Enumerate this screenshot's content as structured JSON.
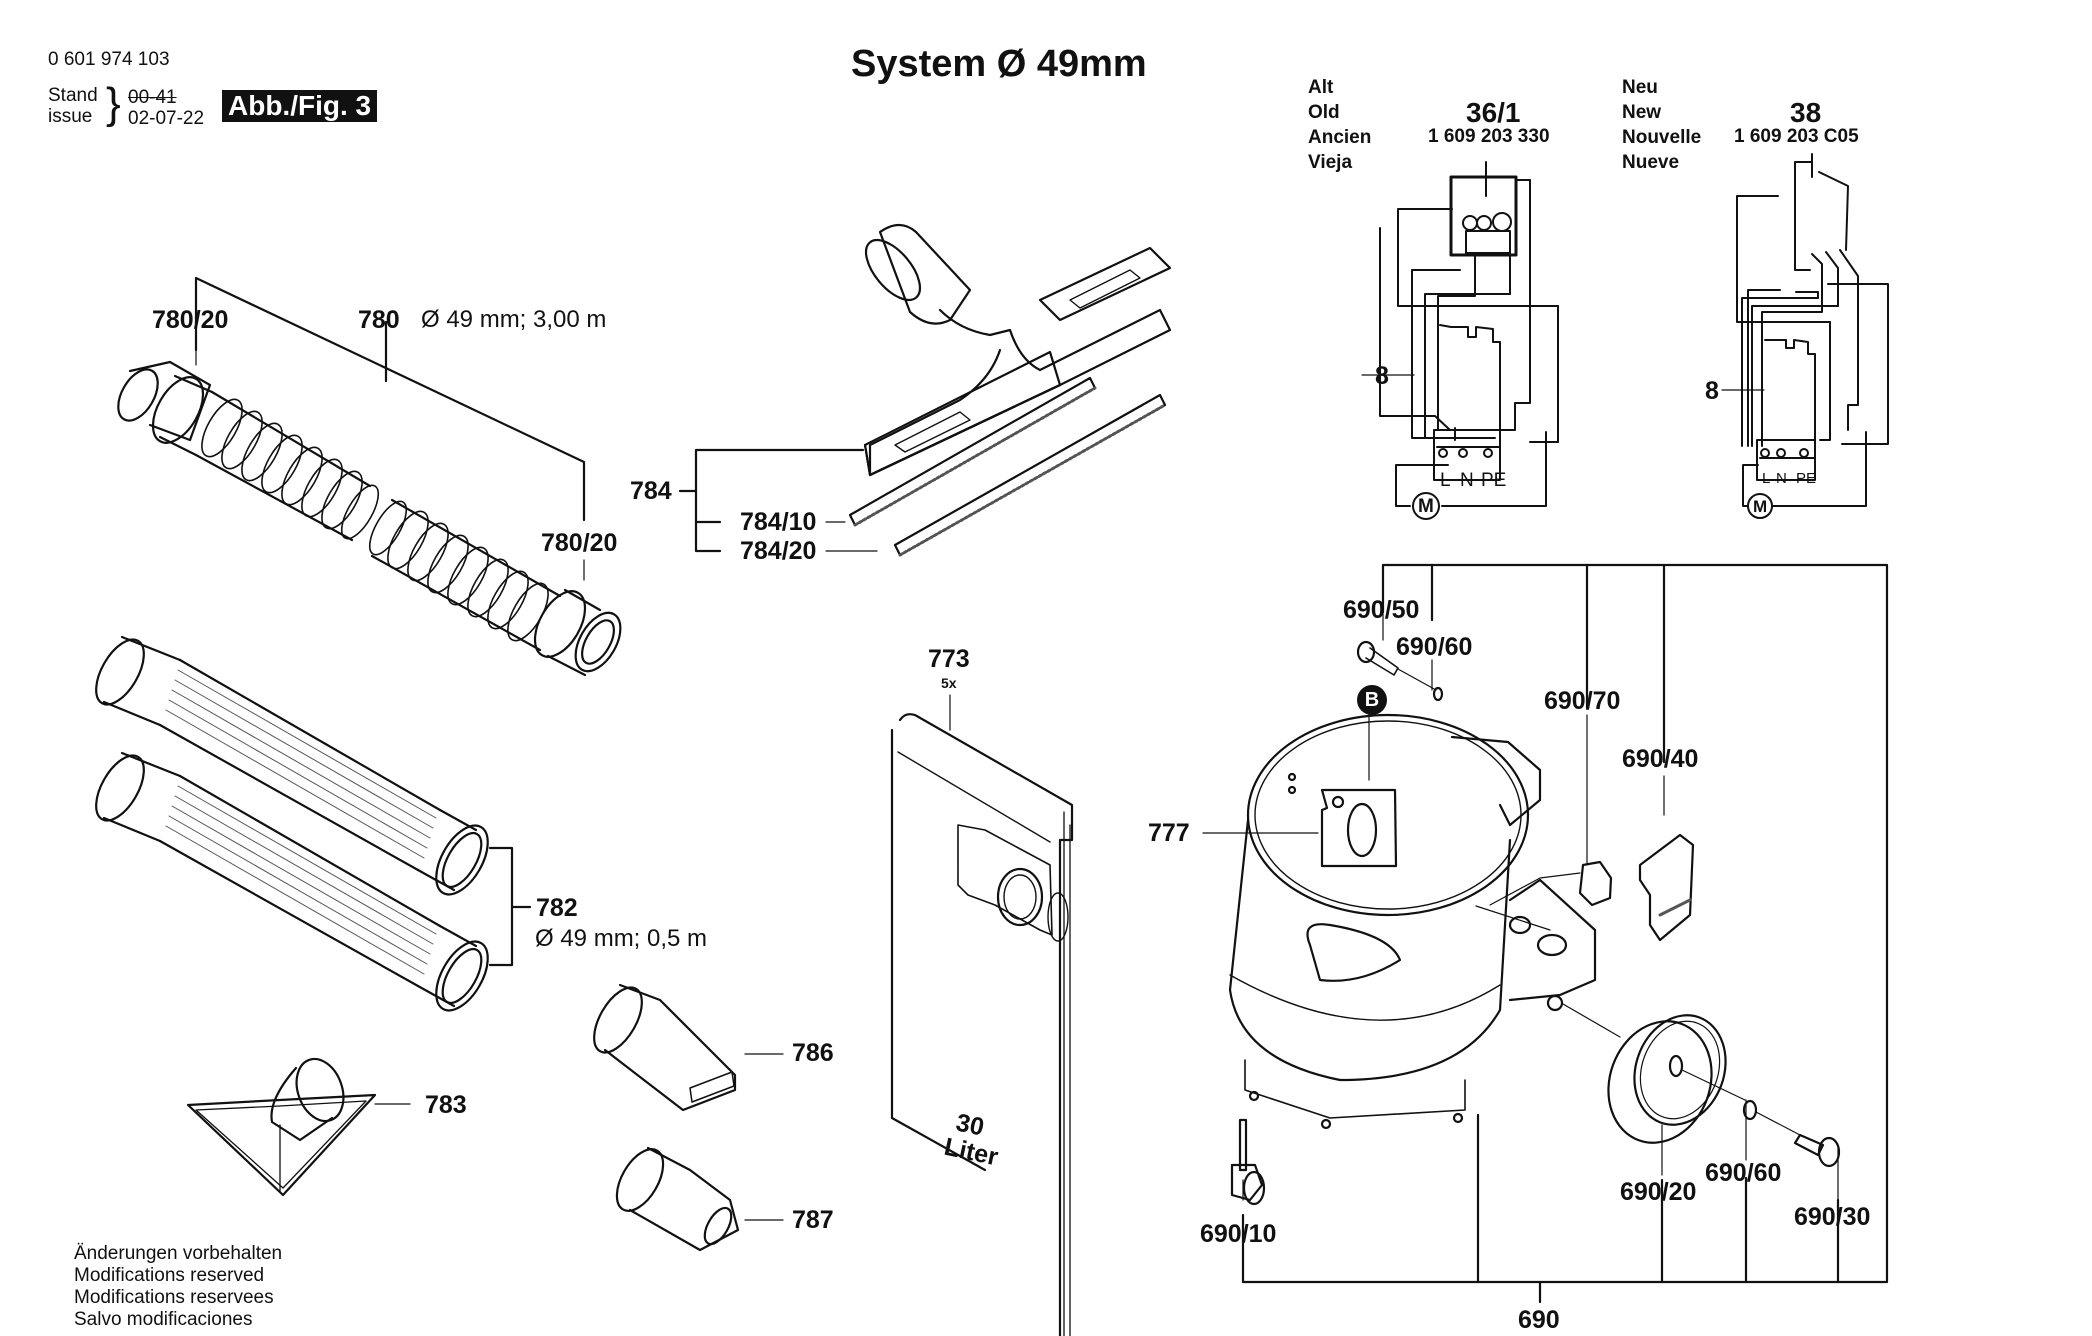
{
  "header": {
    "part_number": "0 601 974 103",
    "stand_label": "Stand",
    "issue_label": "issue",
    "stand_old": "00-41",
    "issue_date": "02-07-22",
    "figure_badge": "Abb./Fig. 3",
    "title": "System Ø 49mm"
  },
  "wiring": {
    "old": {
      "labels": [
        "Alt",
        "Old",
        "Ancien",
        "Vieja"
      ],
      "number": "36/1",
      "part": "1 609 203 330",
      "item": "8",
      "terminals": [
        "L",
        "N",
        "PE"
      ],
      "motor": "M"
    },
    "new": {
      "labels": [
        "Neu",
        "New",
        "Nouvelle",
        "Nueve"
      ],
      "number": "38",
      "part": "1 609 203 C05",
      "item": "8",
      "terminals": [
        "L",
        "N",
        "PE"
      ],
      "motor": "M"
    }
  },
  "parts": {
    "hose_end_a": "780/20",
    "hose": "780",
    "hose_spec": "Ø 49 mm; 3,00 m",
    "hose_end_b": "780/20",
    "floor_nozzle": "784",
    "brush_strip_1": "784/10",
    "brush_strip_2": "784/20",
    "tube": "782",
    "tube_spec": "Ø 49 mm; 0,5 m",
    "corner_nozzle": "783",
    "flat_nozzle": "786",
    "adapter": "787",
    "filter_bag": "773",
    "filter_bag_qty": "5x",
    "bag_capacity_1": "30",
    "bag_capacity_2": "Liter",
    "bag_plate": "777",
    "marker_b": "B",
    "screw": "690/50",
    "washer_top": "690/60",
    "clip": "690/70",
    "latch": "690/40",
    "wheel": "690/20",
    "washer_bottom": "690/60",
    "axle_screw": "690/30",
    "caster": "690/10",
    "container": "690"
  },
  "footer": {
    "lines": [
      "Änderungen vorbehalten",
      "Modifications reserved",
      "Modifications reservees",
      "Salvo modificaciones"
    ]
  }
}
